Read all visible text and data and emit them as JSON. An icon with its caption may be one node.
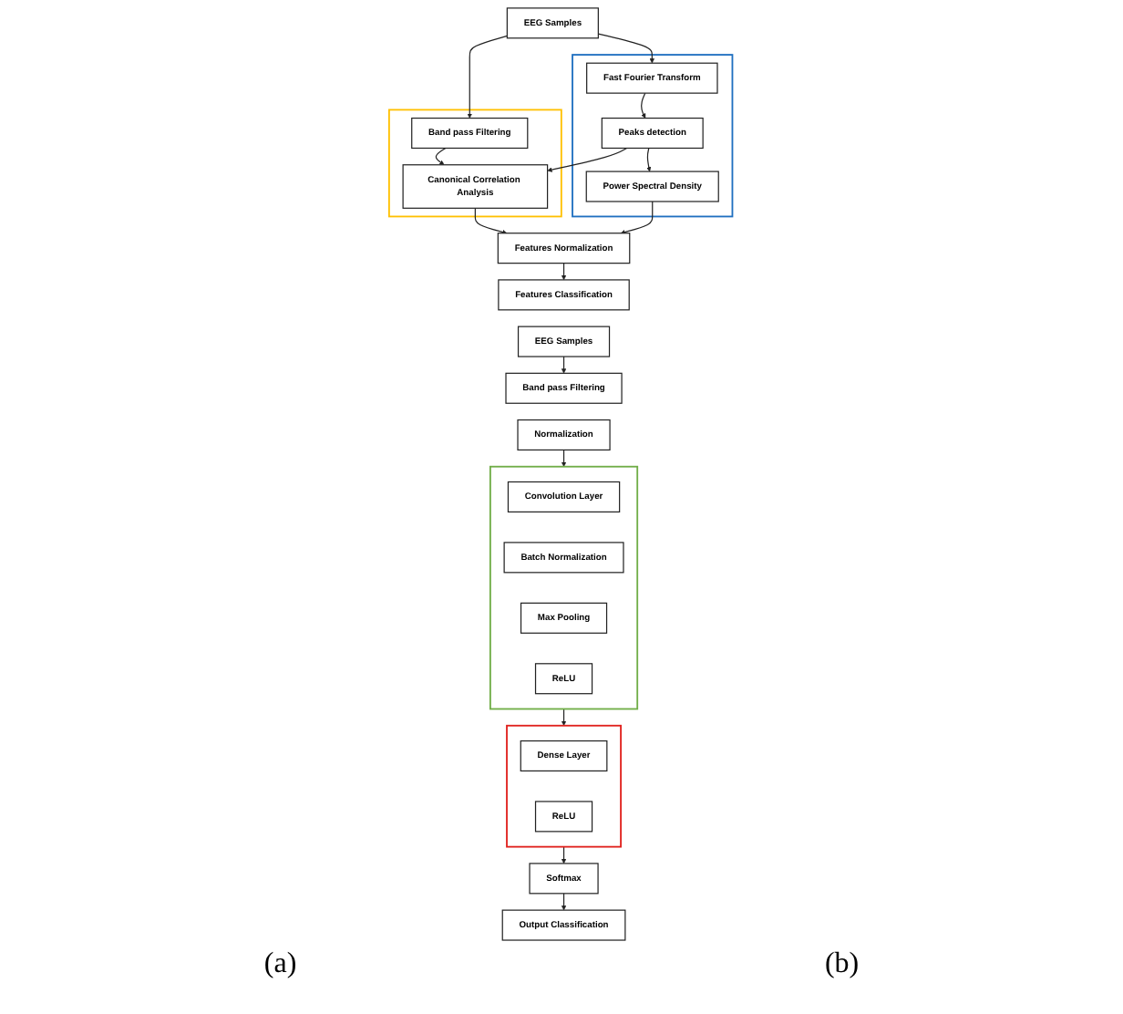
{
  "diagram": {
    "nodes": [
      {
        "text": [
          "EEG Samples"
        ]
      },
      {
        "text": [],
        "shape": "box"
      },
      {
        "text": [
          "Fast Fourier Transform"
        ],
        "in": 1
      },
      {
        "text": [
          "Peaks detection"
        ],
        "in": 1
      },
      {
        "text": [
          "Power Spectral Density"
        ],
        "in": 1
      },
      {
        "text": [],
        "shape": "box"
      },
      {
        "text": [
          "Band pass Filtering"
        ],
        "in": 5
      },
      {
        "text": [
          "Canonical Correlation Analysis"
        ],
        "in": 5
      },
      {
        "text": [
          "Features Normalization"
        ]
      },
      {
        "text": [
          "Features Classification"
        ]
      },
      {
        "text": [
          "EEG Samples"
        ]
      },
      {
        "text": [
          "Band pass Filtering"
        ]
      },
      {
        "text": [
          "Normalization"
        ]
      },
      {
        "text": [],
        "shape": "box"
      },
      {
        "text": [
          "Convolution Layer"
        ],
        "in": 13
      },
      {
        "text": [
          "Batch Normalization"
        ],
        "in": 13
      },
      {
        "text": [
          "Max Pooling"
        ],
        "in": 13
      },
      {
        "text": [
          "ReLU"
        ],
        "in": 13
      },
      {
        "text": [],
        "shape": "box"
      },
      {
        "text": [
          "Dense Layer"
        ],
        "in": 18
      },
      {
        "text": [
          "ReLU"
        ],
        "in": 18
      },
      {
        "text": [
          "Softmax"
        ]
      },
      {
        "text": [
          "Output Classification"
        ]
      }
    ],
    "edges": [
      {
        "from": 0,
        "to": 2,
        "arrow": "to"
      },
      {
        "from": 0,
        "to": 6,
        "arrow": "to"
      },
      {
        "from": 2,
        "to": 3,
        "arrow": "to"
      },
      {
        "from": 3,
        "to": 4,
        "arrow": "to"
      },
      {
        "from": 3,
        "to": 7,
        "arrow": "to"
      },
      {
        "from": 6,
        "to": 7,
        "arrow": "to"
      },
      {
        "from": 7,
        "to": 8,
        "arrow": "to"
      },
      {
        "from": 4,
        "to": 8,
        "arrow": "to"
      },
      {
        "from": 8,
        "to": 9,
        "arrow": "to"
      },
      {
        "from": 10,
        "to": 11,
        "arrow": "to"
      },
      {
        "from": 12,
        "to": 13,
        "arrow": "to"
      },
      {
        "from": 13,
        "to": 18,
        "arrow": "to"
      },
      {
        "from": 18,
        "to": 21,
        "arrow": "to"
      },
      {
        "from": 21,
        "to": 22,
        "arrow": "to"
      }
    ],
    "labels": [
      "(a)",
      "(b)"
    ]
  }
}
